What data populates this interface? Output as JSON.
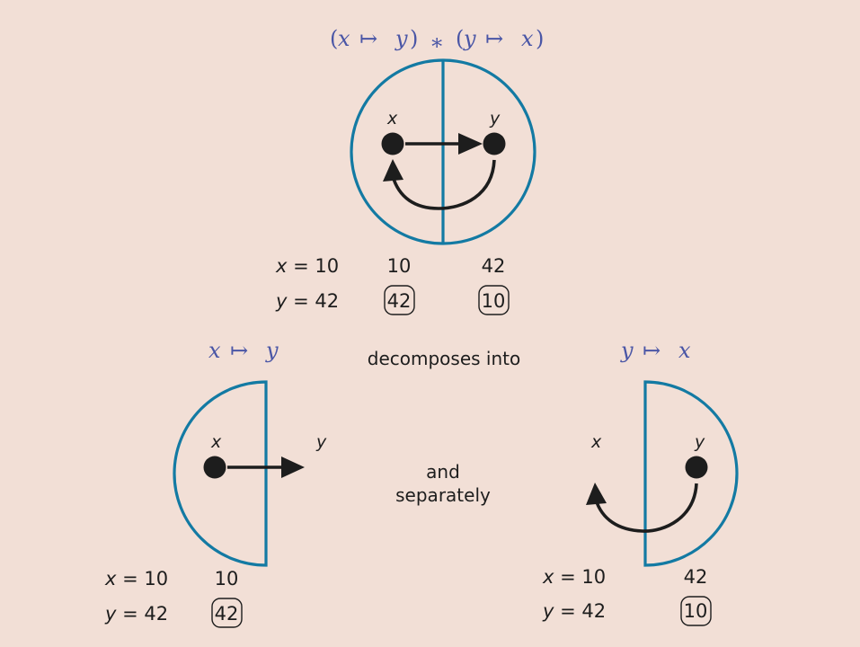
{
  "top": {
    "title": {
      "lhs_a": "x",
      "lhs_b": "y",
      "op": "∗",
      "rhs_a": "y",
      "rhs_b": "x"
    },
    "var_x": "x",
    "var_y": "y",
    "row1": {
      "label_var": "x",
      "label_val": "10",
      "left": "10",
      "right": "42"
    },
    "row2": {
      "label_var": "y",
      "label_val": "42",
      "left": "42",
      "right": "10"
    }
  },
  "middle": {
    "decomposes": "decomposes into",
    "and": "and",
    "separately": "separately"
  },
  "left": {
    "title": {
      "a": "x",
      "b": "y"
    },
    "var_x": "x",
    "var_y": "y",
    "row1": {
      "label_var": "x",
      "label_val": "10",
      "value": "10"
    },
    "row2": {
      "label_var": "y",
      "label_val": "42",
      "value": "42"
    }
  },
  "right": {
    "title": {
      "a": "y",
      "b": "x"
    },
    "var_x": "x",
    "var_y": "y",
    "row1": {
      "label_var": "x",
      "label_val": "10",
      "value": "42"
    },
    "row2": {
      "label_var": "y",
      "label_val": "42",
      "value": "10"
    }
  },
  "colors": {
    "background": "#f2dfd6",
    "circle": "#137aa3",
    "math": "#4a56a6",
    "ink": "#1d1d1d"
  }
}
